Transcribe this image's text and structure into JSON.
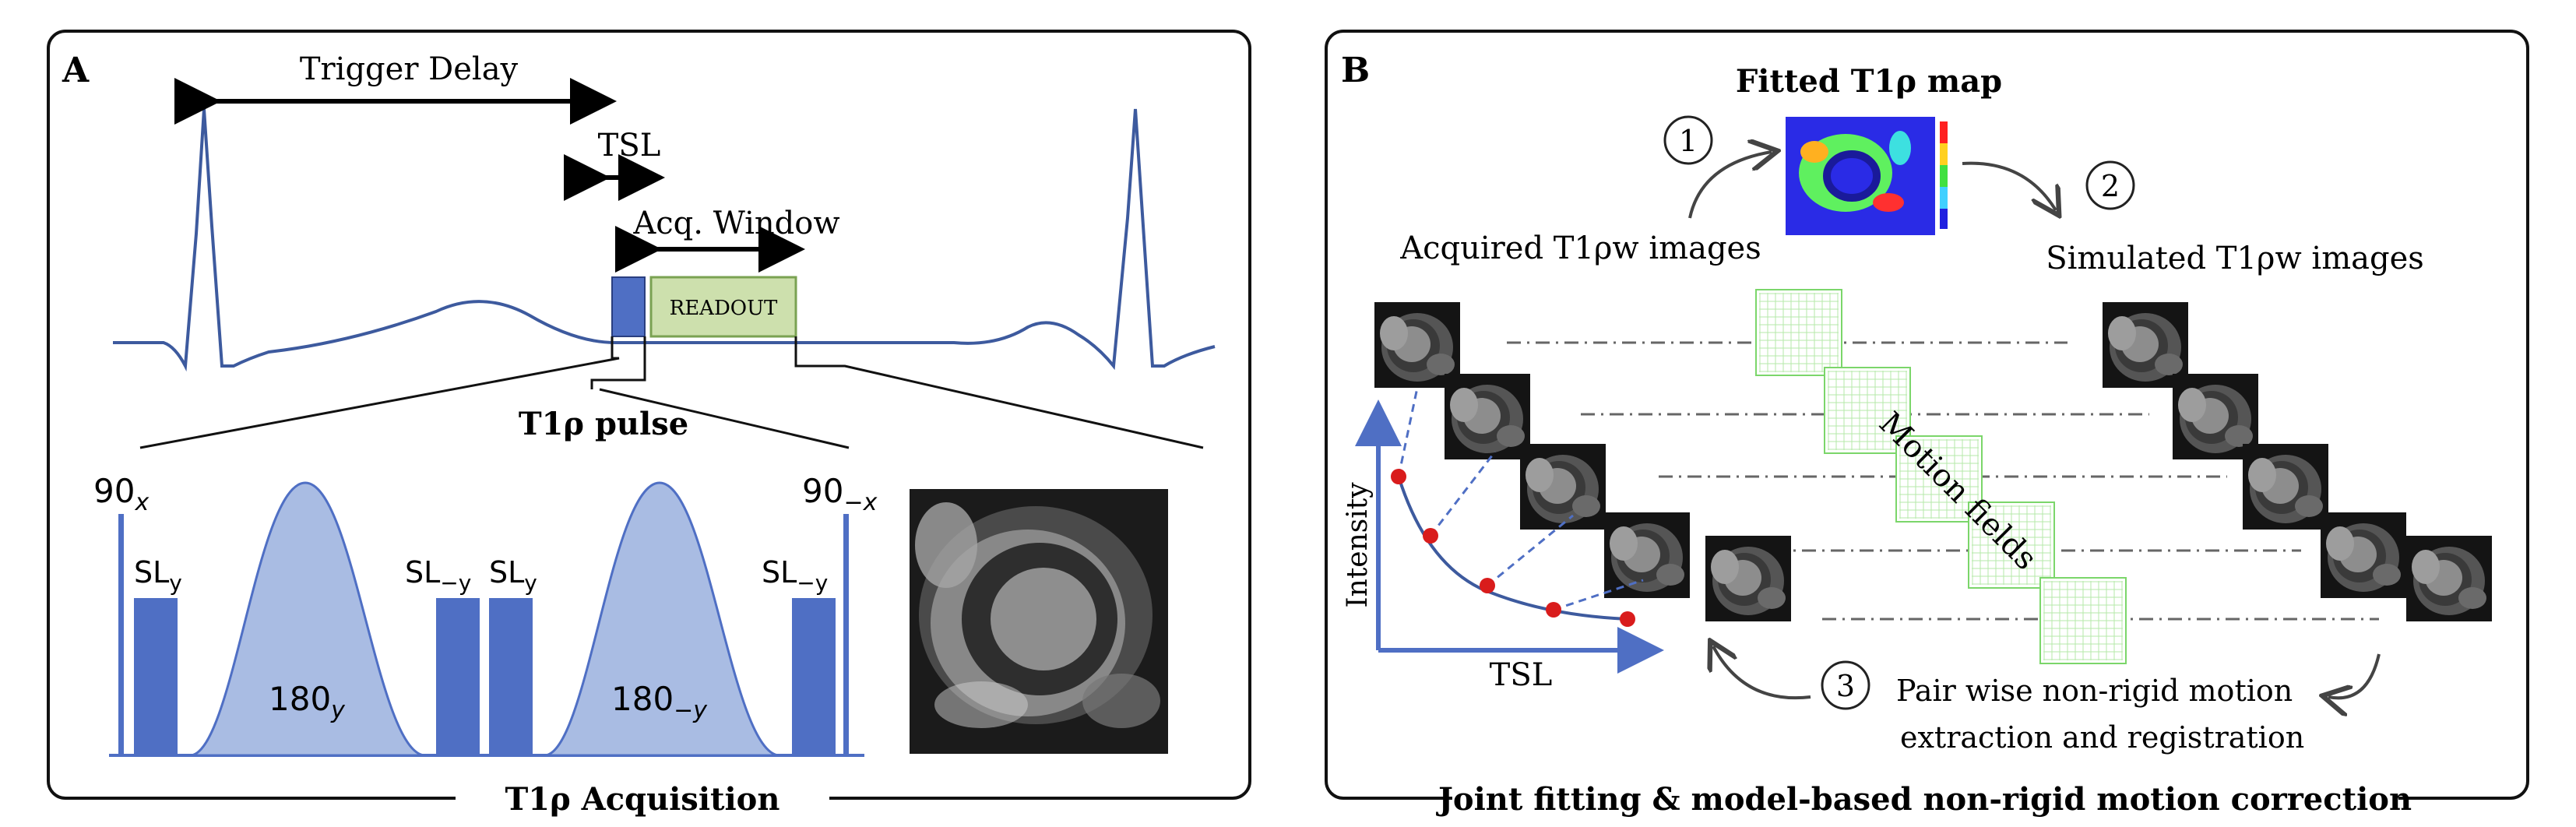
{
  "panel_a": {
    "letter": "A",
    "trigger_delay": "Trigger Delay",
    "tsl": "TSL",
    "acq_window": "Acq. Window",
    "readout": "READOUT",
    "pulse_title": "T1ρ pulse",
    "sl_y": "SL",
    "sl_y_sub": "y",
    "sl_neg_y_sub": "−y",
    "p90_x": "90",
    "p90_x_sub": "x",
    "p90_negx_sub": "−x",
    "p180_y": "180",
    "p180_y_sub": "y",
    "p180_negy_sub": "−y",
    "footer": "T1ρ  Acquisition"
  },
  "panel_b": {
    "letter": "B",
    "map_title": "Fitted T1ρ map",
    "step1": "1",
    "step2": "2",
    "step3": "3",
    "acquired": "Acquired T1ρw images",
    "simulated": "Simulated T1ρw images",
    "motion_fields": "Motion fields",
    "intensity": "Intensity",
    "tsl": "TSL",
    "pairwise_1": "Pair wise non-rigid motion",
    "pairwise_2": "extraction and registration",
    "footer": "Joint fitting & model-based non-rigid motion correction"
  },
  "colors": {
    "pulse_blue": "#4f6fc4",
    "pulse_light": "#a9bce3",
    "ecg": "#3d5a9e",
    "readout_fill": "#cde0ad",
    "readout_stroke": "#7aa252",
    "motion_green": "#7bd66a",
    "fit_red": "#d91c1c"
  }
}
